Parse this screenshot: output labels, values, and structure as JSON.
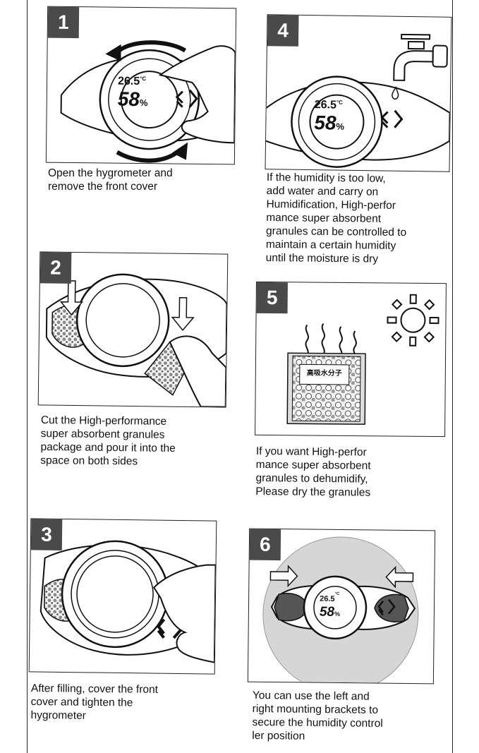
{
  "steps": [
    {
      "number": "1",
      "reading_temp": "26.5",
      "reading_temp_unit": "°C",
      "reading_humidity": "58",
      "reading_humidity_unit": "%",
      "caption": [
        "Open the hygrometer and",
        "remove the front cover"
      ]
    },
    {
      "number": "2",
      "caption": [
        "Cut the High-performance",
        "super absorbent granules",
        "package and pour it into the",
        "space on both sides"
      ]
    },
    {
      "number": "3",
      "caption": [
        "After filling, cover the front",
        "cover and tighten the",
        "hygrometer"
      ]
    },
    {
      "number": "4",
      "reading_temp": "26.5",
      "reading_temp_unit": "°C",
      "reading_humidity": "58",
      "reading_humidity_unit": "%",
      "caption": [
        "If the humidity is too low,",
        "add water and carry on",
        "Humidification, High-perfor",
        "mance super absorbent",
        "granules can be controlled to",
        "maintain a certain humidity",
        "until the moisture is dry"
      ]
    },
    {
      "number": "5",
      "package_label": "高吸水分子",
      "caption": [
        "If you want High-perfor",
        "mance super absorbent",
        "granules to dehumidify,",
        "Please dry the granules"
      ]
    },
    {
      "number": "6",
      "reading_temp": "26.5",
      "reading_temp_unit": "°C",
      "reading_humidity": "58",
      "reading_humidity_unit": "%",
      "caption": [
        "You can use the left and",
        "right mounting brackets to",
        "secure the humidity control",
        "ler position"
      ]
    }
  ]
}
